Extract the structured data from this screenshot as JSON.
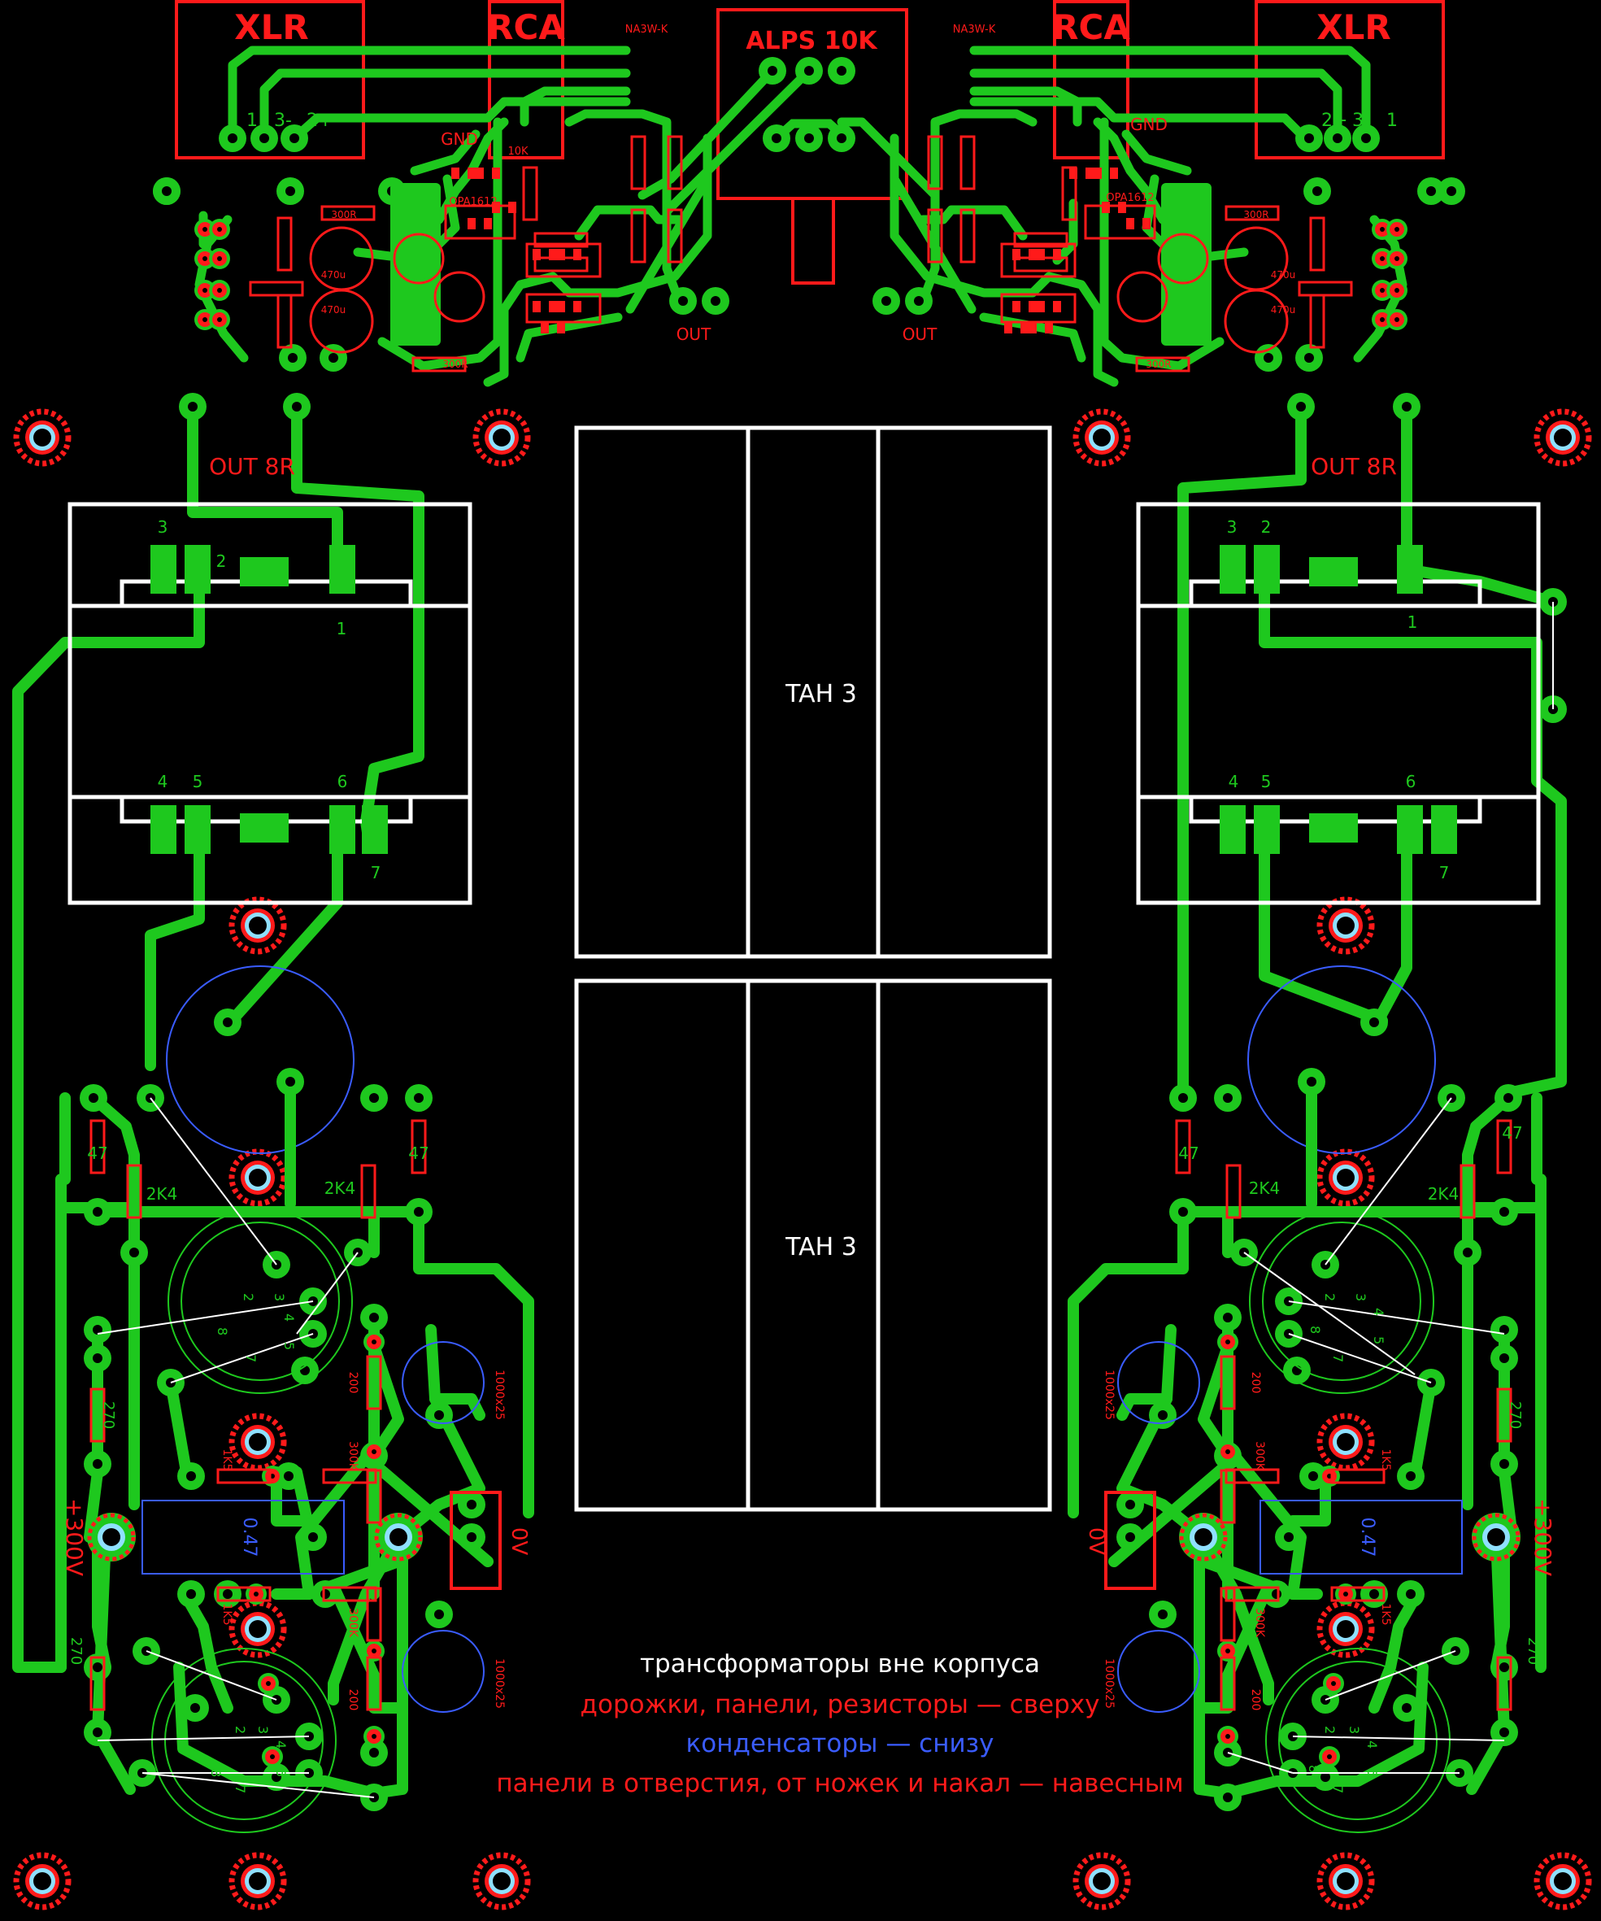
{
  "labels": {
    "xlr": "XLR",
    "rca": "RCA",
    "alps": "ALPS 10K",
    "na3w": "NA3W-K",
    "gnd": "GND",
    "out": "OUT",
    "out8r": "OUT 8R",
    "opa": "OPA1612",
    "xlr_pins_left": [
      "1",
      "3-",
      "2+"
    ],
    "xlr_pins_right": [
      "2+",
      "3-",
      "1"
    ],
    "tan3": "TAH 3",
    "plus300v": "+300V",
    "zero_v": "0V",
    "r_47": "47",
    "r_2k4": "2K4",
    "r_270": "270",
    "r_1k5": "1K5",
    "r_300k": "300K",
    "r_200": "200",
    "cap_047": "0.47",
    "cap_1000": "1000x25",
    "r_300r": "300R",
    "c_470u": "470u",
    "r_10k": "10K",
    "ot_pins_top": [
      "3",
      "2",
      "1"
    ],
    "ot_pins_bottom": [
      "4",
      "5",
      "6",
      "7"
    ],
    "tube_pins": [
      "2",
      "3",
      "4",
      "5",
      "7",
      "8"
    ]
  },
  "notes": {
    "line1": "трансформаторы вне корпуса",
    "line2": "дорожки, панели, резисторы — сверху",
    "line3": "конденсаторы — снизу",
    "line4": "панели в отверстия, от ножек и накал — навесным"
  },
  "colors": {
    "background": "#000000",
    "trace": "#1ec81e",
    "silkscreen": "#ffffff",
    "component": "#ff1a1a",
    "capacitor": "#3a5cff",
    "hole": "#8fe0ff"
  }
}
